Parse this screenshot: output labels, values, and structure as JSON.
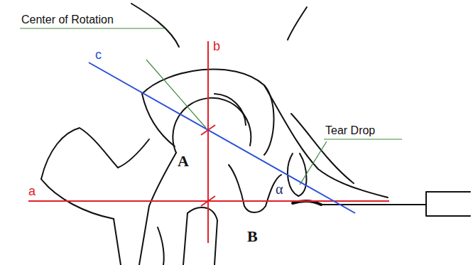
{
  "diagram": {
    "labels": [
      "Center of Rotation",
      "Tear Drop",
      "a",
      "b",
      "c",
      "A",
      "B",
      "α"
    ]
  }
}
